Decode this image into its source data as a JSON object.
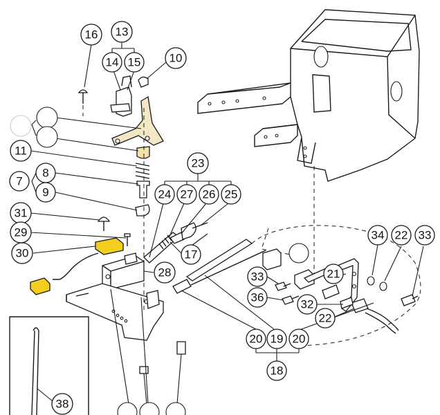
{
  "diagram": {
    "callouts": {
      "c16": "16",
      "c13": "13",
      "c14": "14",
      "c15": "15",
      "c10": "10",
      "c11": "11",
      "c8": "8",
      "c7": "7",
      "c9": "9",
      "c31": "31",
      "c29": "29",
      "c30": "30",
      "c23": "23",
      "c24": "24",
      "c27": "27",
      "c26": "26",
      "c25": "25",
      "c17": "17",
      "c28": "28",
      "c34": "34",
      "c22a": "22",
      "c33a": "33",
      "c33b": "33",
      "c21": "21",
      "c36": "36",
      "c32": "32",
      "c22b": "22",
      "c20a": "20",
      "c19": "19",
      "c20b": "20",
      "c18": "18",
      "c38": "38"
    }
  },
  "colors": {
    "highlight": "#f2cf1f",
    "line": "#1a1a1a",
    "background": "#ffffff"
  }
}
